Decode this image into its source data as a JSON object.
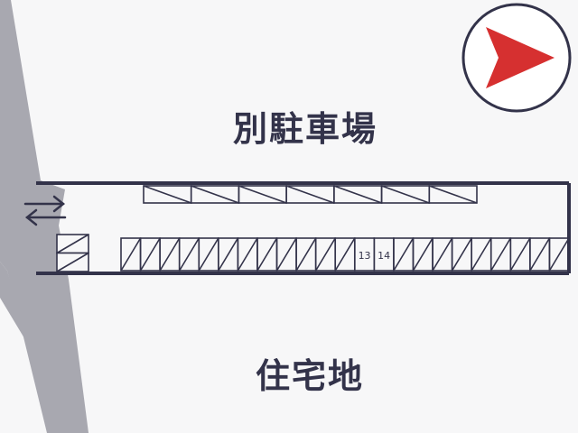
{
  "map": {
    "area_label": "別駐車場",
    "residential_label": "住宅地",
    "lot": {
      "top_row_count": 7,
      "bottom_row_count": 23,
      "numbered_spaces": [
        "13",
        "14"
      ],
      "side_stack_count": 2
    },
    "compass": {
      "icon": "red-triangle-pointer-icon",
      "direction": "right"
    },
    "entrance": {
      "icon": "two-way-arrows-icon"
    },
    "colors": {
      "background": "#f7f7f8",
      "road": "#a8a8b0",
      "outline": "#33334a",
      "compass_red": "#d63030"
    }
  }
}
